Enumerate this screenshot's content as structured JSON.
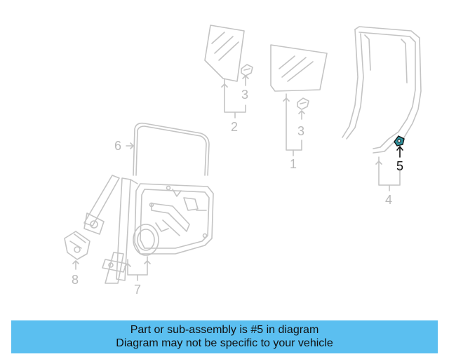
{
  "diagram": {
    "callouts": [
      {
        "id": "1",
        "label": "1"
      },
      {
        "id": "2",
        "label": "2"
      },
      {
        "id": "3a",
        "label": "3"
      },
      {
        "id": "3b",
        "label": "3"
      },
      {
        "id": "4",
        "label": "4"
      },
      {
        "id": "5",
        "label": "5"
      },
      {
        "id": "6",
        "label": "6"
      },
      {
        "id": "7",
        "label": "7"
      },
      {
        "id": "8",
        "label": "8"
      }
    ],
    "highlighted_part": "5"
  },
  "banner": {
    "line1": "Part or sub-assembly is #5 in diagram",
    "line2": "Diagram may not be specific to your vehicle"
  },
  "colors": {
    "line": "#c4c4c4",
    "highlight": "#111111",
    "banner_bg": "#5bbff0",
    "part_accent": "#2f8f9a"
  }
}
